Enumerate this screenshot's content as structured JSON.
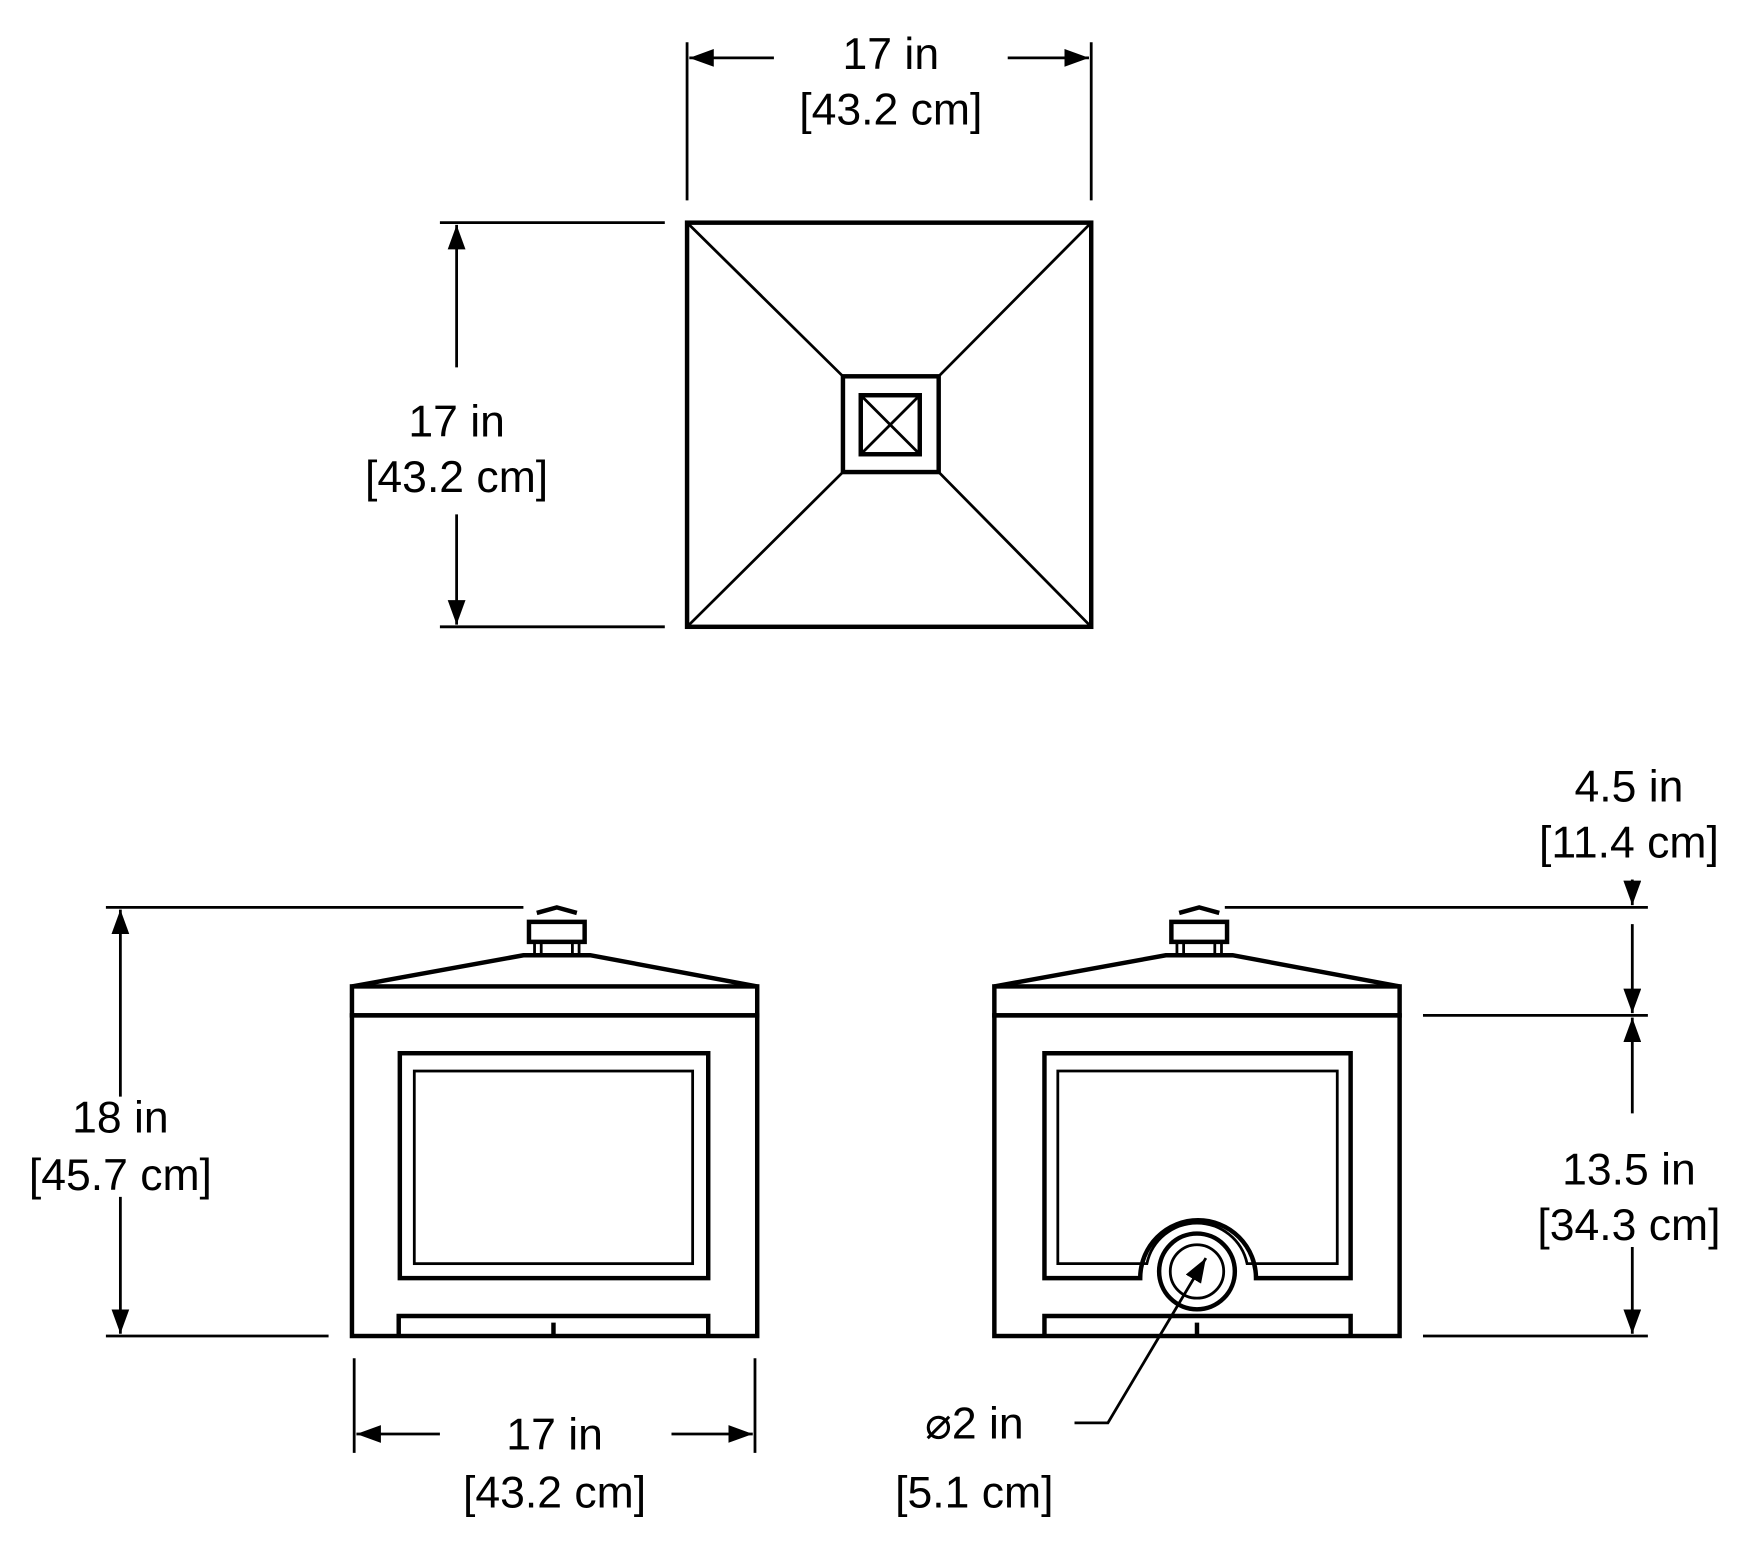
{
  "title": "Planter dimension drawing",
  "top_view": {
    "width": {
      "imperial": "17 in",
      "metric": "[43.2 cm]"
    },
    "depth": {
      "imperial": "17 in",
      "metric": "[43.2 cm]"
    }
  },
  "front_view": {
    "height": {
      "imperial": "18 in",
      "metric": "[45.7 cm]"
    },
    "width": {
      "imperial": "17 in",
      "metric": "[43.2 cm]"
    }
  },
  "side_view": {
    "lid_height": {
      "imperial": "4.5 in",
      "metric": "[11.4 cm]"
    },
    "body_height": {
      "imperial": "13.5 in",
      "metric": "[34.3 cm]"
    },
    "drain_diameter": {
      "imperial": "⌀2 in",
      "metric": "[5.1 cm]"
    }
  },
  "colors": {
    "line": "#000000",
    "background": "#ffffff"
  }
}
